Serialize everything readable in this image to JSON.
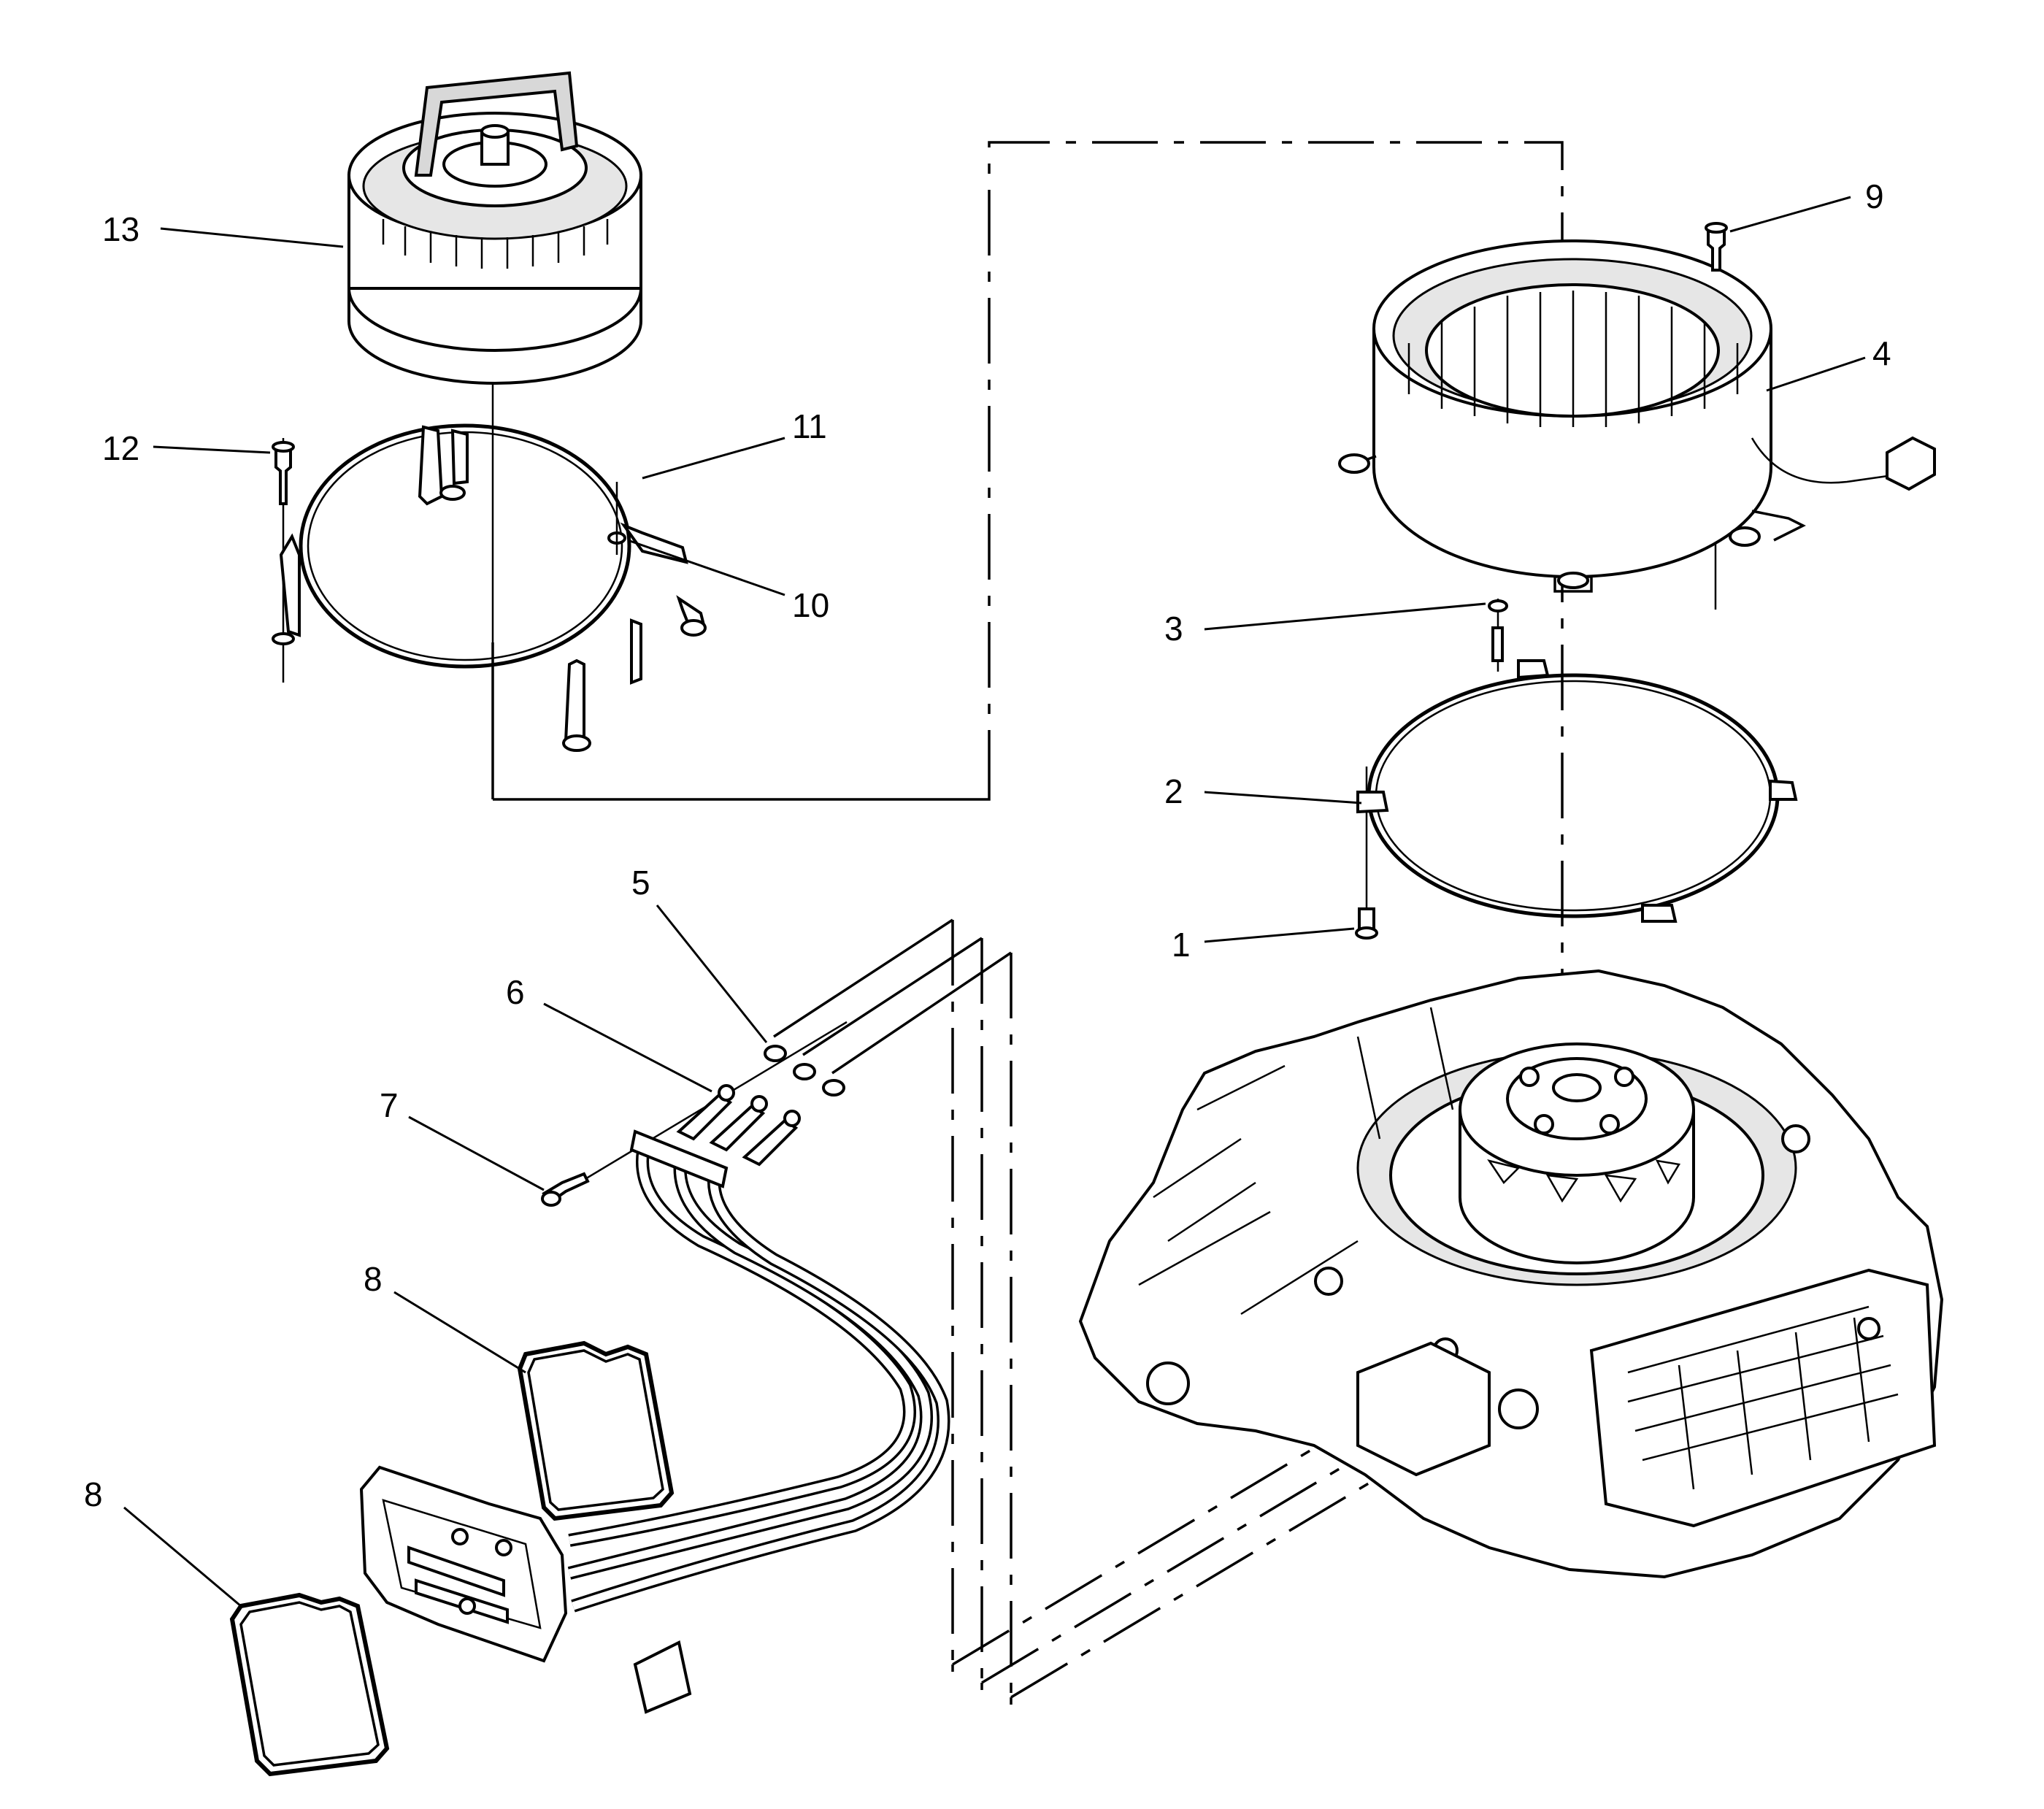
{
  "colors": {
    "line": "#000000",
    "background": "#ffffff",
    "shade": "#e6e6e6"
  },
  "callouts": [
    {
      "id": "1",
      "label": "1"
    },
    {
      "id": "2",
      "label": "2"
    },
    {
      "id": "3",
      "label": "3"
    },
    {
      "id": "4",
      "label": "4"
    },
    {
      "id": "5",
      "label": "5"
    },
    {
      "id": "6",
      "label": "6"
    },
    {
      "id": "7",
      "label": "7"
    },
    {
      "id": "8a",
      "label": "8"
    },
    {
      "id": "8b",
      "label": "8"
    },
    {
      "id": "9",
      "label": "9"
    },
    {
      "id": "10",
      "label": "10"
    },
    {
      "id": "11",
      "label": "11"
    },
    {
      "id": "12",
      "label": "12"
    },
    {
      "id": "13",
      "label": "13"
    }
  ]
}
